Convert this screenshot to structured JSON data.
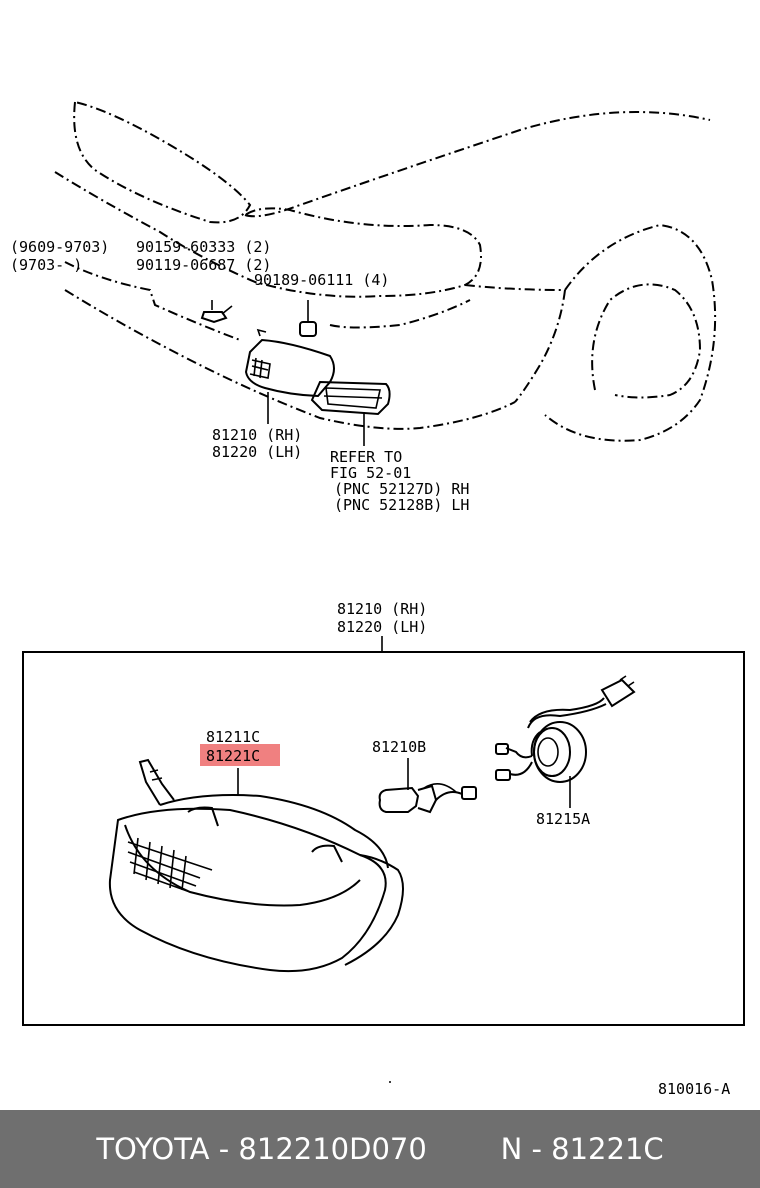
{
  "callouts_top": {
    "date_range_1": "(9609-9703)",
    "date_range_2": "(9703-      )",
    "screw_1": "90159-60333 (2)",
    "screw_2": "90119-06687 (2)",
    "nut": "90189-06111 (4)",
    "lamp_rh": "81210 (RH)",
    "lamp_lh": "81220 (LH)",
    "refer_1": "REFER TO",
    "refer_2": "FIG 52-01",
    "refer_3": "(PNC 52127D) RH",
    "refer_4": "(PNC 52128B) LH"
  },
  "callouts_detail": {
    "assy_rh": "81210 (RH)",
    "assy_lh": "81220 (LH)",
    "lens_rh": "81211C",
    "lens_lh": "81221C",
    "bulb": "81210B",
    "socket": "81215A"
  },
  "highlight_color": "#f08080",
  "diagram_code": "810016-A",
  "footer": {
    "brand_part": "TOYOTA - 812210D070",
    "pnc": "N - 81221C"
  }
}
